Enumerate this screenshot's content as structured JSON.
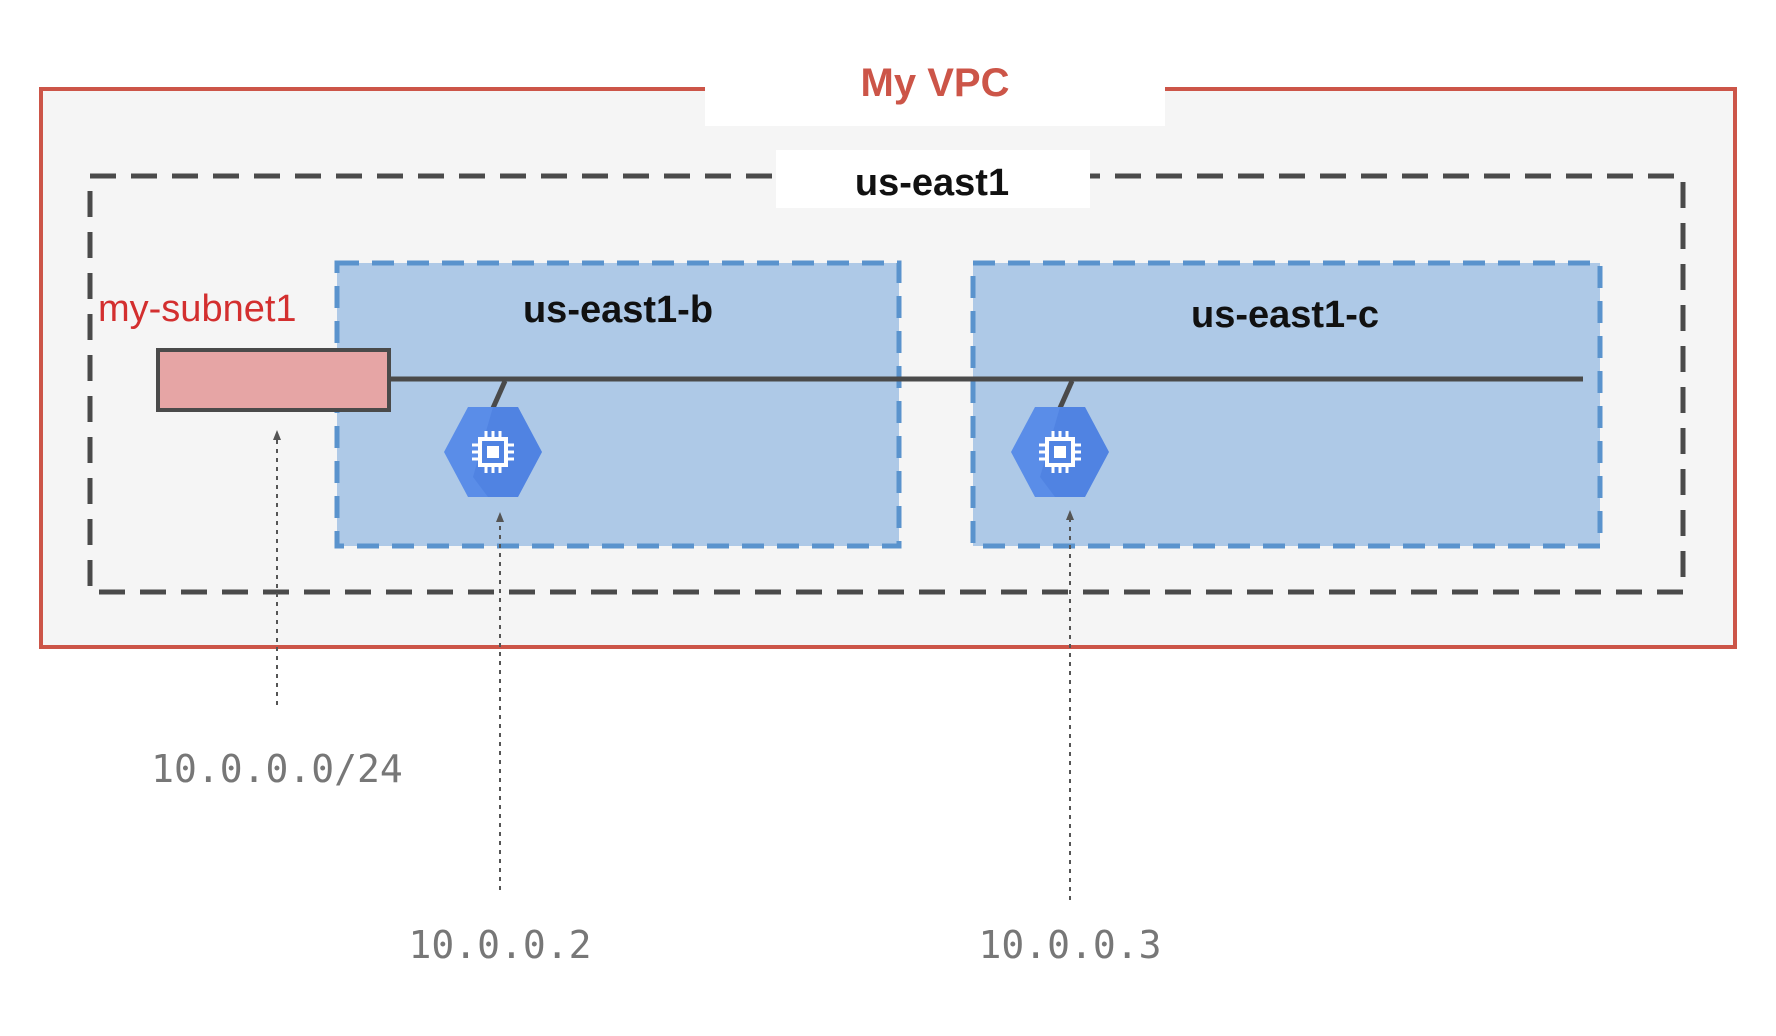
{
  "vpc": {
    "title": "My VPC",
    "border_color": "#cc5548",
    "fill_color": "#f5f5f5"
  },
  "region": {
    "name": "us-east1"
  },
  "zones": [
    {
      "name": "us-east1-b"
    },
    {
      "name": "us-east1-c"
    }
  ],
  "subnet": {
    "name": "my-subnet1",
    "cidr": "10.0.0.0/24",
    "name_color": "#d32f2f",
    "fill_color": "#e6a5a5"
  },
  "instances": [
    {
      "icon": "compute-engine-icon",
      "ip": "10.0.0.2"
    },
    {
      "icon": "compute-engine-icon",
      "ip": "10.0.0.3"
    }
  ],
  "colors": {
    "zone_fill": "#aec9e7",
    "zone_border": "#5a93cd",
    "instance_blue": "#5a8de8",
    "line": "#4a4a4a",
    "ip_text": "#777777"
  }
}
